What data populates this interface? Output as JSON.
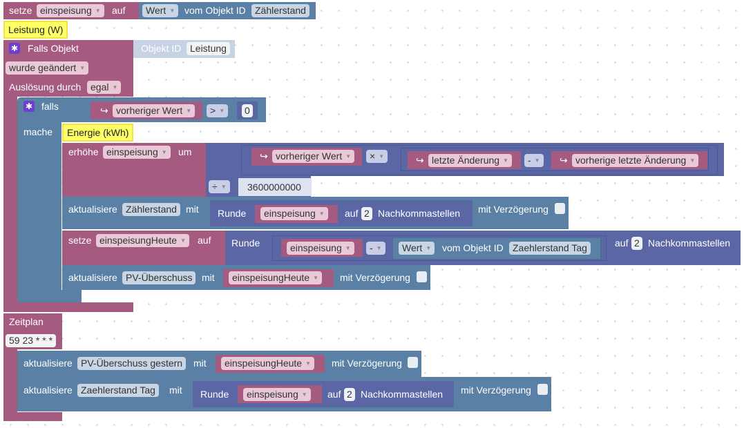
{
  "block1": {
    "prefix": "setze",
    "var": "einspeisung",
    "mid": "auf",
    "field": "Wert",
    "obj_label": "vom Objekt ID",
    "obj": "Zählerstand"
  },
  "comment1": "Leistung (W)",
  "trigger": {
    "label": "Falls Objekt",
    "obj_label": "Objekt ID",
    "obj": "Leistung",
    "mode": "wurde geändert",
    "by_label": "Auslösung durch",
    "by": "egal"
  },
  "ifblock": {
    "falls": "falls",
    "prev": "vorheriger Wert",
    "op": ">",
    "value": "0",
    "mache": "mache",
    "comment": "Energie (kWh)"
  },
  "increase": {
    "label": "erhöhe",
    "var": "einspeisung",
    "um": "um",
    "prev": "vorheriger Wert",
    "times": "×",
    "last": "letzte Änderung",
    "minus": "-",
    "prevlast": "vorherige letzte Änderung",
    "div": "÷",
    "divisor": "3600000000"
  },
  "update1": {
    "label": "aktualisiere",
    "obj": "Zählerstand",
    "mit": "mit",
    "round": "Runde",
    "var": "einspeisung",
    "auf": "auf",
    "digits": "2",
    "nach": "Nachkommastellen",
    "delay": "mit Verzögerung"
  },
  "set2": {
    "label": "setze",
    "var": "einspeisungHeute",
    "auf": "auf",
    "round": "Runde",
    "var2": "einspeisung",
    "minus": "-",
    "field": "Wert",
    "obj_label": "vom Objekt ID",
    "obj": "Zaehlerstand Tag",
    "auf2": "auf",
    "digits": "2",
    "nach": "Nachkommastellen"
  },
  "update2": {
    "label": "aktualisiere",
    "obj": "PV-Überschuss",
    "mit": "mit",
    "var": "einspeisungHeute",
    "delay": "mit Verzögerung"
  },
  "schedule": {
    "label": "Zeitplan",
    "cron": "59 23 * * *"
  },
  "update3": {
    "label": "aktualisiere",
    "obj": "PV-Überschuss gestern",
    "mit": "mit",
    "var": "einspeisungHeute",
    "delay": "mit Verzögerung"
  },
  "update4": {
    "label": "aktualisiere",
    "obj": "Zaehlerstand Tag",
    "mit": "mit",
    "round": "Runde",
    "var": "einspeisung",
    "auf": "auf",
    "digits": "2",
    "nach": "Nachkommastellen",
    "delay": "mit Verzögerung"
  },
  "colors": {
    "variable": "#a55b80",
    "object": "#5b80a5",
    "math": "#5b67a5",
    "comment": "#ffff66"
  }
}
